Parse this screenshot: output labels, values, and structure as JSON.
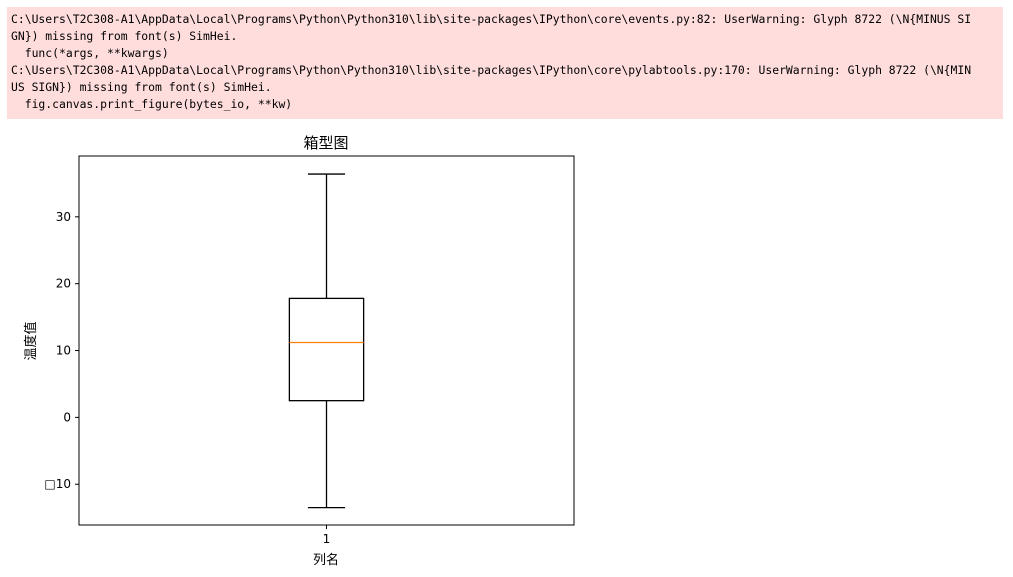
{
  "output": {
    "stderr_lines": [
      "C:\\Users\\T2C308-A1\\AppData\\Local\\Programs\\Python\\Python310\\lib\\site-packages\\IPython\\core\\events.py:82: UserWarning: Glyph 8722 (\\N{MINUS SI",
      "GN}) missing from font(s) SimHei.",
      "  func(*args, **kwargs)",
      "C:\\Users\\T2C308-A1\\AppData\\Local\\Programs\\Python\\Python310\\lib\\site-packages\\IPython\\core\\pylabtools.py:170: UserWarning: Glyph 8722 (\\N{MIN",
      "US SIGN}) missing from font(s) SimHei.",
      "  fig.canvas.print_figure(bytes_io, **kw)"
    ],
    "stderr_background": "#ffdddd"
  },
  "chart_data": {
    "type": "box",
    "title": "箱型图",
    "xlabel": "列名",
    "ylabel": "温度值",
    "categories": [
      "1"
    ],
    "boxes": [
      {
        "category": "1",
        "whisker_low": -13.5,
        "q1": 2.5,
        "median": 11.2,
        "q3": 17.8,
        "whisker_high": 36.4
      }
    ],
    "yticks": [
      -10,
      0,
      10,
      20,
      30
    ],
    "ytick_labels": [
      "□10",
      "0",
      "10",
      "20",
      "30"
    ],
    "ylim": [
      -16.1,
      39.1
    ],
    "median_color": "#ff7f0e",
    "box_color": "#000000",
    "grid": false,
    "legend": false
  }
}
